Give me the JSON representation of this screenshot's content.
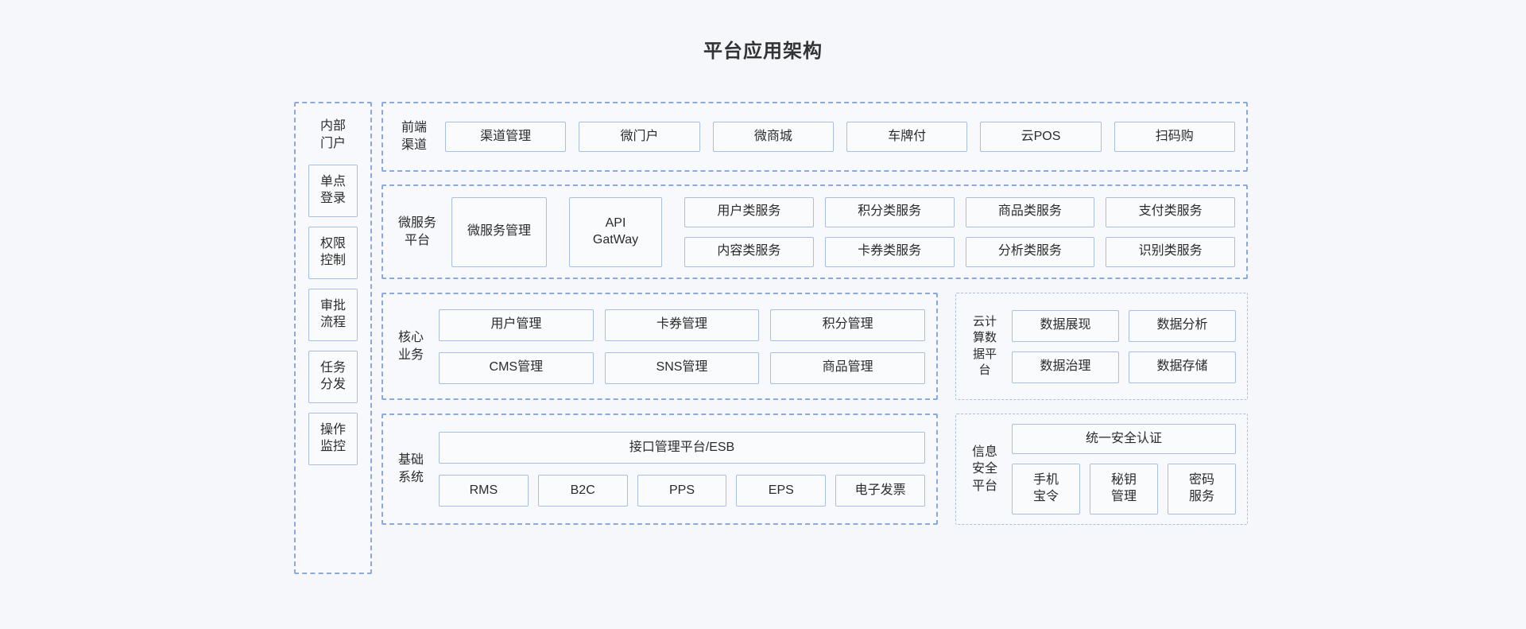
{
  "title": "平台应用架构",
  "colors": {
    "background": "#f5f7fa",
    "panel_border": "#8aa9dd",
    "panel_border_thin": "#a9c0e6",
    "box_border": "#a7bfe4",
    "box_fill": "#fafbfd",
    "text": "#2b2b2b"
  },
  "sidebar": {
    "label": "内部\n门户",
    "items": [
      {
        "label": "单点\n登录"
      },
      {
        "label": "权限\n控制"
      },
      {
        "label": "审批\n流程"
      },
      {
        "label": "任务\n分发"
      },
      {
        "label": "操作\n监控"
      }
    ]
  },
  "frontend": {
    "label": "前端\n渠道",
    "items": [
      {
        "label": "渠道管理"
      },
      {
        "label": "微门户"
      },
      {
        "label": "微商城"
      },
      {
        "label": "车牌付"
      },
      {
        "label": "云POS"
      },
      {
        "label": "扫码购"
      }
    ]
  },
  "microservice": {
    "label": "微服务\n平台",
    "management": "微服务管理",
    "gateway": "API\nGatWay",
    "services": [
      {
        "label": "用户类服务"
      },
      {
        "label": "积分类服务"
      },
      {
        "label": "商品类服务"
      },
      {
        "label": "支付类服务"
      },
      {
        "label": "内容类服务"
      },
      {
        "label": "卡券类服务"
      },
      {
        "label": "分析类服务"
      },
      {
        "label": "识别类服务"
      }
    ]
  },
  "core_business": {
    "label": "核心\n业务",
    "items": [
      {
        "label": "用户管理"
      },
      {
        "label": "卡券管理"
      },
      {
        "label": "积分管理"
      },
      {
        "label": "CMS管理"
      },
      {
        "label": "SNS管理"
      },
      {
        "label": "商品管理"
      }
    ]
  },
  "base_system": {
    "label": "基础\n系统",
    "esb": "接口管理平台/ESB",
    "items": [
      {
        "label": "RMS"
      },
      {
        "label": "B2C"
      },
      {
        "label": "PPS"
      },
      {
        "label": "EPS"
      },
      {
        "label": "电子发票"
      }
    ]
  },
  "cloud_data": {
    "label": "云计\n算数\n据平\n台",
    "items": [
      {
        "label": "数据展现"
      },
      {
        "label": "数据分析"
      },
      {
        "label": "数据治理"
      },
      {
        "label": "数据存储"
      }
    ]
  },
  "info_security": {
    "label": "信息\n安全\n平台",
    "unified_auth": "统一安全认证",
    "items": [
      {
        "label": "手机\n宝令"
      },
      {
        "label": "秘钥\n管理"
      },
      {
        "label": "密码\n服务"
      }
    ]
  }
}
